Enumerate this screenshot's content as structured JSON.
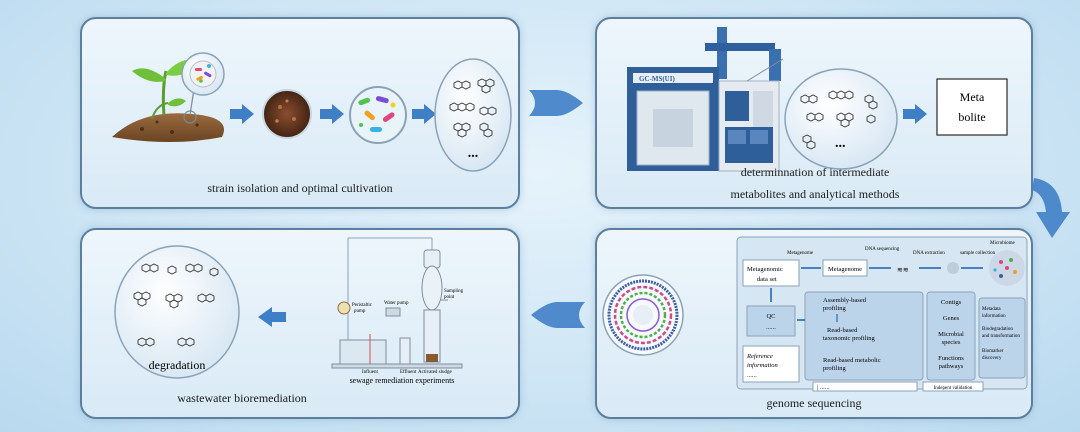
{
  "panels": {
    "isolation": {
      "caption": "strain isolation and optimal cultivation",
      "ellipsis": "..."
    },
    "metabolites": {
      "caption_line1": "determinnation of intermediate",
      "caption_line2": "metabolites and analytical methods",
      "instrument_label": "GC-MS(UI)",
      "box_line1": "Meta",
      "box_line2": "bolite",
      "ellipsis": "..."
    },
    "genome": {
      "caption": "genome sequencing",
      "labels": {
        "microbiome": "Microbiome",
        "sample_collection": "sample collection",
        "dna_extraction": "DNA extraction",
        "dna_sequencing": "DNA sequencing",
        "metagenome": "Metagenome",
        "metagenome_small": "Metagenome",
        "metagenomic_data_set": "Metagenomic data set",
        "qc": "QC",
        "qc_dots": "......",
        "reference": "Reference information",
        "reference_dots": "......",
        "assembly": "Assembly-based profiling",
        "read_taxonomic": "Read-based taxonomic profiling",
        "read_metabolic": "Read-based metabolic profiling",
        "contigs": "Contigs",
        "genes": "Genes",
        "microbial_species": "Microbial species",
        "functional_pathways": "Functions pathways",
        "metadata": "Metadata information",
        "biodegradation": "Biodegradation and transformation",
        "biomarker": "Biomarker discovery",
        "bottom_dots": "| ......",
        "validation": "Indepent validation"
      }
    },
    "remediation": {
      "caption": "wastewater bioremediation",
      "degradation": "degradation",
      "experiments": "sewage remediation experiments",
      "labels": {
        "peristaltic": "Peristaltic pump",
        "water_pump": "Water pump",
        "sampling": "Sampling point",
        "influent": "Influent",
        "effluent": "Effluent",
        "activated": "Activated sludge"
      }
    }
  },
  "colors": {
    "panel_border": "#5b7f9c",
    "arrow": "#3f7fc6",
    "flow_arrow": "#4a7fc0",
    "module_fill": "#bcd4ea"
  }
}
